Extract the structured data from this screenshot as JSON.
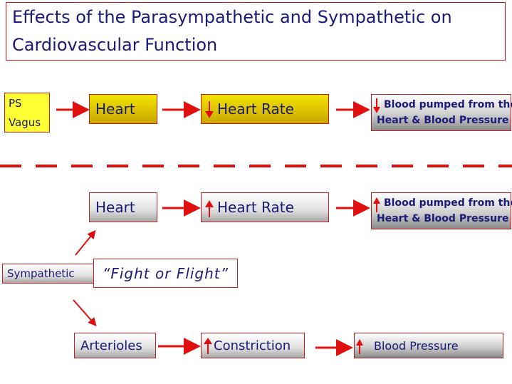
{
  "title": {
    "line1": "Effects of the Parasympathetic and Sympathetic on",
    "line2": "Cardiovascular Function"
  },
  "parasympathetic": {
    "source_line1": "PS",
    "source_line2": "Vagus",
    "organ": "Heart",
    "effect": "Heart Rate",
    "result_line1": "Blood pumped from the",
    "result_line2": "Heart & Blood Pressure"
  },
  "sympathetic": {
    "source": "Sympathetic",
    "slogan": "“Fight or Flight”",
    "heart_organ": "Heart",
    "heart_effect": "Heart Rate",
    "heart_result_line1": "Blood pumped from the",
    "heart_result_line2": "Heart & Blood Pressure",
    "vessel": "Arterioles",
    "vessel_effect": "Constriction",
    "vessel_result": "Blood Pressure"
  },
  "colors": {
    "arrow_red": "#e01010",
    "text_navy": "#1a1a7a",
    "gold": "#e8d400"
  },
  "icons": {
    "decrease": "down-arrow-icon",
    "increase": "up-arrow-icon"
  }
}
